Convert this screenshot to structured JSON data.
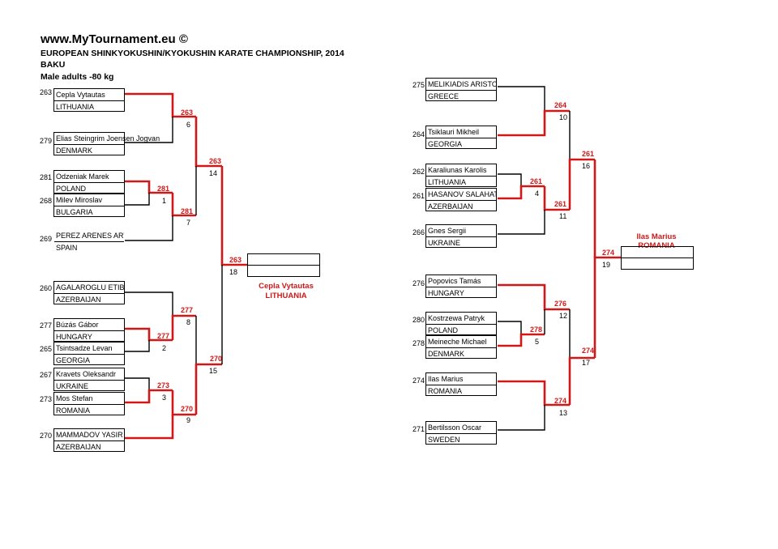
{
  "header": {
    "site": "www.MyTournament.eu ©",
    "event": "EUROPEAN SHINKYOKUSHIN/KYOKUSHIN KARATE CHAMPIONSHIP, 2014",
    "city": "BAKU",
    "category": "Male adults -80 kg"
  },
  "left_half": {
    "competitors": [
      {
        "seed": "263",
        "name": "Cepla Vytautas",
        "country": "LITHUANIA"
      },
      {
        "seed": "279",
        "name": "Elias Steingrim Joensen Jogvan",
        "country": "DENMARK"
      },
      {
        "seed": "281",
        "name": "Odzeniak Marek",
        "country": "POLAND"
      },
      {
        "seed": "268",
        "name": "Milev Miroslav",
        "country": "BULGARIA"
      },
      {
        "seed": "269",
        "name": "PEREZ ARENES ARTURO",
        "country": "SPAIN"
      },
      {
        "seed": "260",
        "name": "AGALAROGLU ETIBAR",
        "country": "AZERBAIJAN"
      },
      {
        "seed": "277",
        "name": "Búzás Gábor",
        "country": "HUNGARY"
      },
      {
        "seed": "265",
        "name": "Tsintsadze Levan",
        "country": "GEORGIA"
      },
      {
        "seed": "267",
        "name": "Kravets Oleksandr",
        "country": "UKRAINE"
      },
      {
        "seed": "273",
        "name": "Mos Stefan",
        "country": "ROMANIA"
      },
      {
        "seed": "270",
        "name": "MAMMADOV YASIR",
        "country": "AZERBAIJAN"
      }
    ],
    "matches": [
      {
        "winner": "263",
        "number": "6"
      },
      {
        "winner": "281",
        "number": "1"
      },
      {
        "winner": "281",
        "number": "7"
      },
      {
        "winner": "263",
        "number": "14"
      },
      {
        "winner": "277",
        "number": "2"
      },
      {
        "winner": "277",
        "number": "8"
      },
      {
        "winner": "273",
        "number": "3"
      },
      {
        "winner": "270",
        "number": "9"
      },
      {
        "winner": "270",
        "number": "15"
      },
      {
        "winner": "263",
        "number": "18"
      }
    ],
    "finalist_name": "Cepla Vytautas",
    "finalist_country": "LITHUANIA"
  },
  "right_half": {
    "competitors": [
      {
        "seed": "275",
        "name": "MELIKIADIS ARISTOTELIS",
        "country": "GREECE"
      },
      {
        "seed": "264",
        "name": "Tsiklauri Mikheil",
        "country": "GEORGIA"
      },
      {
        "seed": "262",
        "name": "Karaliunas Karolis",
        "country": "LITHUANIA"
      },
      {
        "seed": "261",
        "name": "HASANOV SALAHAT",
        "country": "AZERBAIJAN"
      },
      {
        "seed": "266",
        "name": "Gnes Sergii",
        "country": "UKRAINE"
      },
      {
        "seed": "276",
        "name": "Popovics Tamás",
        "country": "HUNGARY"
      },
      {
        "seed": "280",
        "name": "Kostrzewa Patryk",
        "country": "POLAND"
      },
      {
        "seed": "278",
        "name": "Meineche Michael",
        "country": "DENMARK"
      },
      {
        "seed": "274",
        "name": "Ilas Marius",
        "country": "ROMANIA"
      },
      {
        "seed": "271",
        "name": "Bertilsson Oscar",
        "country": "SWEDEN"
      }
    ],
    "matches": [
      {
        "winner": "264",
        "number": "10"
      },
      {
        "winner": "261",
        "number": "4"
      },
      {
        "winner": "261",
        "number": "11"
      },
      {
        "winner": "261",
        "number": "16"
      },
      {
        "winner": "278",
        "number": "5"
      },
      {
        "winner": "276",
        "number": "12"
      },
      {
        "winner": "274",
        "number": "13"
      },
      {
        "winner": "274",
        "number": "17"
      },
      {
        "winner": "274",
        "number": "19"
      }
    ],
    "finalist_name": "Ilas Marius",
    "finalist_country": "ROMANIA"
  },
  "colors": {
    "winner_line": "#d01818",
    "loser_line": "#000000"
  }
}
